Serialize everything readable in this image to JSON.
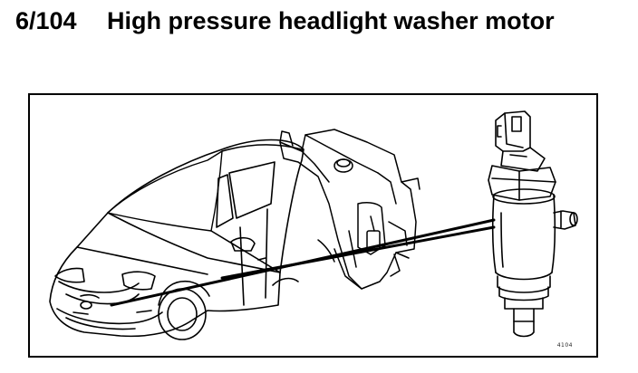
{
  "heading": {
    "number": "6/104",
    "title": "High pressure headlight washer motor"
  },
  "figure": {
    "code": "4104",
    "line_color": "#000000",
    "icons": [
      "car-illustration",
      "washer-reservoir-illustration",
      "washer-motor-illustration"
    ]
  }
}
